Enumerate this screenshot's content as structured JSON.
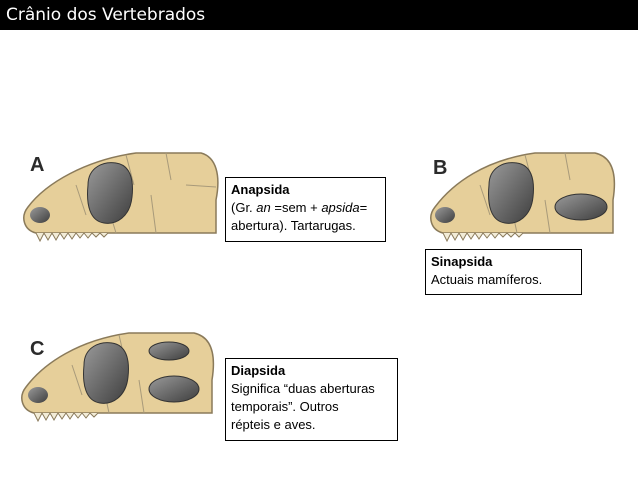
{
  "title": "Crânio dos Vertebrados",
  "skulls": {
    "a": {
      "letter": "A"
    },
    "b": {
      "letter": "B"
    },
    "c": {
      "letter": "C"
    }
  },
  "boxes": {
    "anapsida": {
      "heading": "Anapsida",
      "line1_a": "(Gr. ",
      "line1_em1": "an",
      "line1_b": " =sem + ",
      "line1_em2": "apsida",
      "line1_c": "=",
      "line2": "abertura). Tartarugas."
    },
    "sinapsida": {
      "heading": "Sinapsida",
      "line1": "Actuais mamíferos."
    },
    "diapsida": {
      "heading": "Diapsida",
      "line1": "Significa “duas aberturas",
      "line2": "temporais”. Outros",
      "line3": "répteis e aves."
    }
  },
  "colors": {
    "bone": "#e6cf9a",
    "bone_stroke": "#8a7a5a",
    "opening": "#5c5c5c"
  },
  "icons": {
    "skull": "skull-illustration"
  }
}
